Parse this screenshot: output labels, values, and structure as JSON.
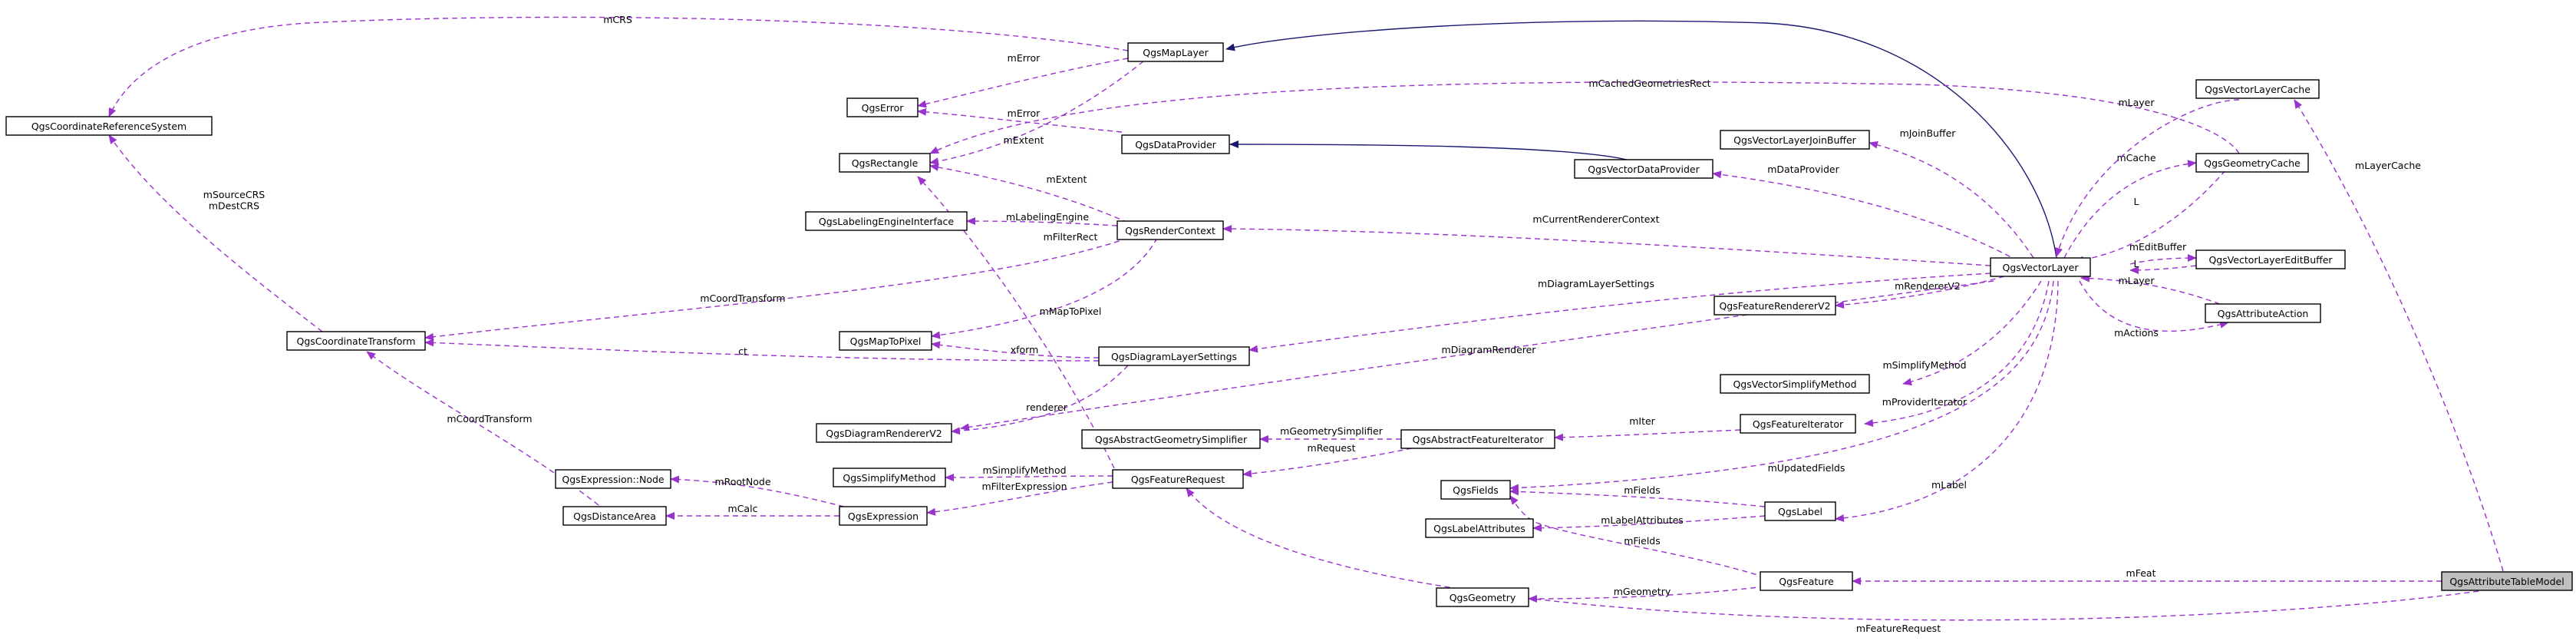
{
  "diagram": {
    "type": "collaboration-graph",
    "root": "QgsAttributeTableModel",
    "colors": {
      "usage_edge": "#9a32cd",
      "inheritance_edge": "#191970",
      "root_fill": "#bfbfbf",
      "node_fill": "#ffffff"
    },
    "nodes": [
      {
        "id": "crs",
        "label": "QgsCoordinateReferenceSystem"
      },
      {
        "id": "mapLayer",
        "label": "QgsMapLayer"
      },
      {
        "id": "error",
        "label": "QgsError"
      },
      {
        "id": "rectangle",
        "label": "QgsRectangle"
      },
      {
        "id": "dataProvider",
        "label": "QgsDataProvider"
      },
      {
        "id": "labelingEngine",
        "label": "QgsLabelingEngineInterface"
      },
      {
        "id": "renderContext",
        "label": "QgsRenderContext"
      },
      {
        "id": "coordTransform",
        "label": "QgsCoordinateTransform"
      },
      {
        "id": "mapToPixel",
        "label": "QgsMapToPixel"
      },
      {
        "id": "diagramSettings",
        "label": "QgsDiagramLayerSettings"
      },
      {
        "id": "diagramRenderer",
        "label": "QgsDiagramRendererV2"
      },
      {
        "id": "geomSimplifier",
        "label": "QgsAbstractGeometrySimplifier"
      },
      {
        "id": "exprNode",
        "label": "QgsExpression::Node"
      },
      {
        "id": "simplifyMethod",
        "label": "QgsSimplifyMethod"
      },
      {
        "id": "distanceArea",
        "label": "QgsDistanceArea"
      },
      {
        "id": "expression",
        "label": "QgsExpression"
      },
      {
        "id": "featureRequest",
        "label": "QgsFeatureRequest"
      },
      {
        "id": "absFeatIter",
        "label": "QgsAbstractFeatureIterator"
      },
      {
        "id": "vectorDataProvider",
        "label": "QgsVectorDataProvider"
      },
      {
        "id": "joinBuffer",
        "label": "QgsVectorLayerJoinBuffer"
      },
      {
        "id": "featRendererV2",
        "label": "QgsFeatureRendererV2"
      },
      {
        "id": "vectorSimplifyMethod",
        "label": "QgsVectorSimplifyMethod"
      },
      {
        "id": "featureIterator",
        "label": "QgsFeatureIterator"
      },
      {
        "id": "fields",
        "label": "QgsFields"
      },
      {
        "id": "labelAttributes",
        "label": "QgsLabelAttributes"
      },
      {
        "id": "label",
        "label": "QgsLabel"
      },
      {
        "id": "geometry",
        "label": "QgsGeometry"
      },
      {
        "id": "feature",
        "label": "QgsFeature"
      },
      {
        "id": "vectorLayer",
        "label": "QgsVectorLayer"
      },
      {
        "id": "vlCache",
        "label": "QgsVectorLayerCache"
      },
      {
        "id": "geomCache",
        "label": "QgsGeometryCache"
      },
      {
        "id": "editBuffer",
        "label": "QgsVectorLayerEditBuffer"
      },
      {
        "id": "attributeAction",
        "label": "QgsAttributeAction"
      },
      {
        "id": "attrTableModel",
        "label": "QgsAttributeTableModel"
      }
    ],
    "edges": [
      {
        "id": "e-mapLayer-crs",
        "label": "mCRS"
      },
      {
        "id": "e-mapLayer-error",
        "label": "mError"
      },
      {
        "id": "e-mapLayer-rect",
        "label": "mExtent"
      },
      {
        "id": "e-dp-error",
        "label": "mError"
      },
      {
        "id": "e-rc-rect",
        "label": "mExtent"
      },
      {
        "id": "e-rc-le",
        "label": "mLabelingEngine"
      },
      {
        "id": "e-rc-ct",
        "label": "mCoordTransform"
      },
      {
        "id": "e-rc-m2p",
        "label": "mMapToPixel"
      },
      {
        "id": "e-ct-crs",
        "label": "mSourceCRS\nmDestCRS"
      },
      {
        "id": "e-dls-m2p",
        "label": "xform"
      },
      {
        "id": "e-dls-ct",
        "label": "ct"
      },
      {
        "id": "e-dls-dr",
        "label": "renderer"
      },
      {
        "id": "e-fr-rect",
        "label": "mFilterRect"
      },
      {
        "id": "e-fr-sm",
        "label": "mSimplifyMethod"
      },
      {
        "id": "e-fr-expr",
        "label": "mFilterExpression"
      },
      {
        "id": "e-expr-node",
        "label": "mRootNode"
      },
      {
        "id": "e-expr-da",
        "label": "mCalc"
      },
      {
        "id": "e-da-ct",
        "label": "mCoordTransform"
      },
      {
        "id": "e-afi-gs",
        "label": "mGeometrySimplifier"
      },
      {
        "id": "e-afi-fr",
        "label": "mRequest"
      },
      {
        "id": "e-fi-afi",
        "label": "mIter"
      },
      {
        "id": "e-vl-gc",
        "label": "mCachedGeometriesRect"
      },
      {
        "id": "e-vl-jb",
        "label": "mJoinBuffer"
      },
      {
        "id": "e-vl-vdp",
        "label": "mDataProvider"
      },
      {
        "id": "e-vl-rc",
        "label": "mCurrentRendererContext"
      },
      {
        "id": "e-vl-dls",
        "label": "mDiagramLayerSettings"
      },
      {
        "id": "e-vl-frv2",
        "label": "mRendererV2"
      },
      {
        "id": "e-vl-dr",
        "label": "mDiagramRenderer"
      },
      {
        "id": "e-vl-vsm",
        "label": "mSimplifyMethod"
      },
      {
        "id": "e-vl-fi",
        "label": "mProviderIterator"
      },
      {
        "id": "e-vl-fields",
        "label": "mUpdatedFields"
      },
      {
        "id": "e-vl-label",
        "label": "mLabel"
      },
      {
        "id": "e-vl-gcache",
        "label": "mCache"
      },
      {
        "id": "e-vl-eb",
        "label": "mEditBuffer"
      },
      {
        "id": "e-vl-aa",
        "label": "mActions"
      },
      {
        "id": "e-vlc-vl",
        "label": "mLayer"
      },
      {
        "id": "e-gc-vl",
        "label": "L"
      },
      {
        "id": "e-eb-vl",
        "label": "L"
      },
      {
        "id": "e-aa-vl",
        "label": "mLayer"
      },
      {
        "id": "e-label-fields",
        "label": "mFields"
      },
      {
        "id": "e-label-la",
        "label": "mLabelAttributes"
      },
      {
        "id": "e-feat-fields",
        "label": "mFields"
      },
      {
        "id": "e-feat-geom",
        "label": "mGeometry"
      },
      {
        "id": "e-atm-feat",
        "label": "mFeat"
      },
      {
        "id": "e-atm-vlc",
        "label": "mLayerCache"
      },
      {
        "id": "e-atm-fr",
        "label": "mFeatureRequest"
      },
      {
        "id": "e-vl-ml",
        "label": ""
      },
      {
        "id": "e-vdp-dp",
        "label": ""
      }
    ]
  }
}
